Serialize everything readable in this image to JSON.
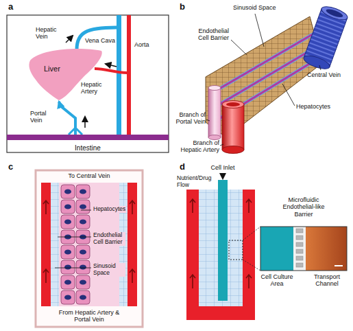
{
  "diagram": {
    "nodes": [
      {
        "text": [
          "Liver"
        ]
      },
      {
        "text": [
          "Intestine"
        ]
      }
    ],
    "edges": [
      {
        "from": 1,
        "to": 0,
        "arrow": "to"
      }
    ],
    "labels": [
      "a",
      "Hepatic Vein",
      "Vena Cava",
      "Aorta",
      "Hepatic Artery",
      "Portal Vein",
      "b",
      "Sinusoid Space",
      "Endothelial Cell Barrier",
      "Central Vein",
      "Hepatocytes",
      "Branch of Portal Vein",
      "Branch of Hepatic Artery",
      "c",
      "To Central Vein",
      "Hepatocytes",
      "Endothelial Cell Barrier",
      "Sinusoid Space",
      "From Hepatic Artery & Portal Vein",
      "d",
      "Cell Inlet",
      "Nutrient/Drug Flow",
      "Microfluidic Endothelial-like Barrier",
      "Cell Culture Area",
      "Transport Channel"
    ]
  }
}
